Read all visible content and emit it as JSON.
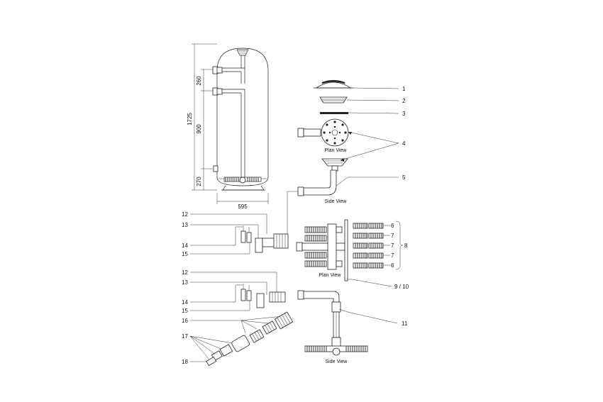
{
  "dimensions": {
    "height_total": "1725",
    "seg_top": "260",
    "seg_mid": "900",
    "seg_bottom": "270",
    "width": "595"
  },
  "captions": {
    "plan_view_top": "Plan View",
    "side_view_top": "Side View",
    "plan_view_bottom": "Plan View",
    "side_view_bottom": "Side View"
  },
  "callouts": {
    "c1": "1",
    "c2": "2",
    "c3": "3",
    "c4": "4",
    "c5": "5",
    "c6a": "6",
    "c7a": "7",
    "c7b": "7",
    "c7c": "7",
    "c6b": "6",
    "c8": "8",
    "c9_10": "9 / 10",
    "c11": "11",
    "c12a": "12",
    "c13a": "13",
    "c14a": "14",
    "c15a": "15",
    "c12b": "12",
    "c13b": "13",
    "c14b": "14",
    "c15b": "15",
    "c16": "16",
    "c17": "17",
    "c18": "18"
  }
}
